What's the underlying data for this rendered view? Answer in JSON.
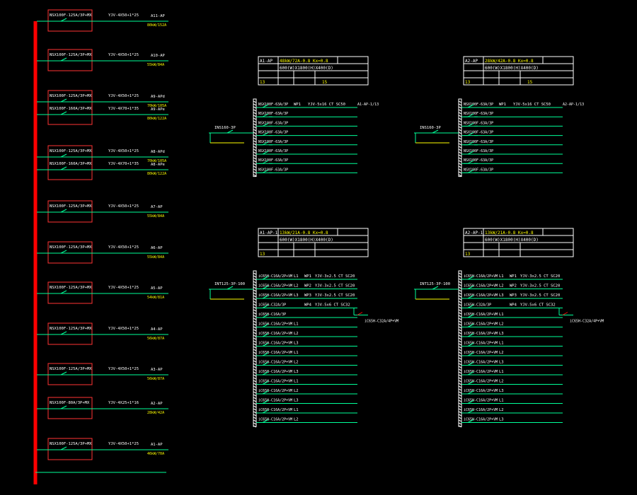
{
  "colors": {
    "background": "#000000",
    "bus": "#ff0000",
    "text": "#ffffff",
    "label": "#ffff00",
    "wire": "#00ff99",
    "note": "#ff44ff",
    "box": "#ff3333",
    "table": "#ffffff"
  },
  "feeders": [
    {
      "header": "",
      "breaker": "NSX100F-125A/3P+MX",
      "cable": "YJV-4X50+1*25",
      "name": "A11-AP",
      "load": "80kW/152A"
    },
    {
      "header": "",
      "breaker": "NSX100F-125A/3P+MX",
      "cable": "YJV-4X50+1*25",
      "name": "A10-AP",
      "load": "55kW/84A"
    },
    {
      "header": "",
      "breaker": "NSX100F-125A/3P+MX",
      "cable": "YJV-4X50+1*25",
      "name": "A9-APd",
      "load": "70kW/105A"
    },
    {
      "header": "",
      "breaker": "NSX100F-160A/3P+MX",
      "cable": "YJV-4X70+1*35",
      "name": "A9-APe",
      "load": "80kW/122A"
    },
    {
      "header": "",
      "breaker": "NSX100F-125A/3P+MX",
      "cable": "YJV-4X50+1*25",
      "name": "A8-APd",
      "load": "70kW/105A"
    },
    {
      "header": "",
      "breaker": "NSX100F-160A/3P+MX",
      "cable": "YJV-4X70+1*35",
      "name": "A8-APe",
      "load": "80kW/122A"
    },
    {
      "header": "",
      "breaker": "NSX100F-125A/3P+MX",
      "cable": "YJV-4X50+1*25",
      "name": "A7-AP",
      "load": "55kW/84A"
    },
    {
      "header": "",
      "breaker": "NSX100F-125A/3P+MX",
      "cable": "YJV-4X50+1*25",
      "name": "A6-AP",
      "load": "55kW/84A"
    },
    {
      "header": "",
      "breaker": "NSX100F-125A/3P+MX",
      "cable": "YJV-4X50+1*25",
      "name": "A5-AP",
      "load": "54kW/81A"
    },
    {
      "header": "",
      "breaker": "NSX100F-125A/3P+MX",
      "cable": "YJV-4X50+1*25",
      "name": "A4-AP",
      "load": "56kW/87A"
    },
    {
      "header": "",
      "breaker": "NSX100F-125A/3P+MX",
      "cable": "YJV-4X50+1*25",
      "name": "A3-AP",
      "load": "56kW/87A"
    },
    {
      "header": "",
      "breaker": "NSX100F-80A/3P+MX",
      "cable": "YJV-4X25+1*16",
      "name": "A2-AP",
      "load": "28kW/42A"
    },
    {
      "header": "",
      "breaker": "NSX100F-125A/3P+MX",
      "cable": "YJV-4X50+1*25",
      "name": "A1-AP",
      "load": "46kW/70A"
    }
  ],
  "bus_note_1": "",
  "bus_note_2": "",
  "panels": [
    {
      "title": "A1-AP",
      "rating": "48kW/72A-0.8 Kx=0.8",
      "size": "600(W)X1800(H)X400(D)",
      "qty": "13",
      "qty2": "15",
      "main_breaker": "INS160-3P",
      "main_label": "",
      "incoming": "",
      "cols": "",
      "rows": [
        {
          "breaker": "NSX100F-63A/3P",
          "code": "WP1",
          "cable": "YJV-5x16 CT SC50",
          "dest": "A1-AP-1/13"
        },
        {
          "breaker": "NSX100F-63A/3P",
          "code": "",
          "cable": "",
          "dest": ""
        },
        {
          "breaker": "NSX100F-63A/3P",
          "code": "",
          "cable": "",
          "dest": ""
        },
        {
          "breaker": "NSX100F-63A/3P",
          "code": "",
          "cable": "",
          "dest": ""
        },
        {
          "breaker": "NSX100F-63A/3P",
          "code": "",
          "cable": "",
          "dest": ""
        },
        {
          "breaker": "NSX100F-63A/3P",
          "code": "",
          "cable": "",
          "dest": ""
        },
        {
          "breaker": "NSX100F-63A/3P",
          "code": "",
          "cable": "",
          "dest": ""
        },
        {
          "breaker": "NSX100F-63A/3P",
          "code": "",
          "cable": "",
          "dest": ""
        }
      ],
      "note": ""
    },
    {
      "title": "A2-AP",
      "rating": "28kW/42A-0.8 Kx=0.8",
      "size": "600(W)X1800(H)X400(D)",
      "qty": "13",
      "qty2": "15",
      "main_breaker": "INS160-3P",
      "main_label": "",
      "incoming": "",
      "cols": "",
      "rows": [
        {
          "breaker": "NSX100F-63A/3P",
          "code": "WP1",
          "cable": "YJV-5x16 CT SC50",
          "dest": "A2-AP-1/13"
        },
        {
          "breaker": "NSX100F-63A/3P",
          "code": "",
          "cable": "",
          "dest": ""
        },
        {
          "breaker": "NSX100F-63A/3P",
          "code": "",
          "cable": "",
          "dest": ""
        },
        {
          "breaker": "NSX100F-63A/3P",
          "code": "",
          "cable": "",
          "dest": ""
        },
        {
          "breaker": "NSX100F-63A/3P",
          "code": "",
          "cable": "",
          "dest": ""
        },
        {
          "breaker": "NSX100F-63A/3P",
          "code": "",
          "cable": "",
          "dest": ""
        },
        {
          "breaker": "NSX100F-63A/3P",
          "code": "",
          "cable": "",
          "dest": ""
        },
        {
          "breaker": "NSX100F-63A/3P",
          "code": "",
          "cable": "",
          "dest": ""
        }
      ],
      "note": ""
    },
    {
      "title": "A1-AP-1",
      "rating": "13kW/21A-0.8 Kx=0.8",
      "size": "600(W)X1800(H)X400(D)",
      "qty": "13",
      "main_breaker": "INT125-3P-100",
      "main_label": "",
      "incoming": "",
      "cols": "",
      "rows": [
        {
          "breaker": "iC65H-C16A/2P+VM",
          "phase": "L1",
          "code": "WP1",
          "cable": "YJV-3x2.5 CT SC20",
          "dest": ""
        },
        {
          "breaker": "iC65H-C16A/2P+VM",
          "phase": "L2",
          "code": "WP2",
          "cable": "YJV-3x2.5 CT SC20",
          "dest": ""
        },
        {
          "breaker": "iC65H-C16A/2P+VM",
          "phase": "L3",
          "code": "WP3",
          "cable": "YJV-3x2.5 CT SC20",
          "dest": ""
        },
        {
          "breaker": "iC65H-C32A/3P",
          "phase": "",
          "code": "WP4",
          "cable": "YJV-5x6 CT SC32",
          "dest": ""
        },
        {
          "breaker": "iC65H-C16A/3P",
          "phase": "",
          "code": "",
          "cable": "",
          "dest": ""
        },
        {
          "breaker": "iC65H-C16A/2P+VM",
          "phase": "L1",
          "code": "",
          "cable": "",
          "dest": ""
        },
        {
          "breaker": "iC65H-C16A/2P+VM",
          "phase": "L2",
          "code": "",
          "cable": "",
          "dest": ""
        },
        {
          "breaker": "iC65H-C16A/2P+VM",
          "phase": "L3",
          "code": "",
          "cable": "",
          "dest": ""
        },
        {
          "breaker": "iC65H-C16A/2P+VM",
          "phase": "L1",
          "code": "",
          "cable": "",
          "dest": ""
        },
        {
          "breaker": "iC65H-C16A/2P+VM",
          "phase": "L2",
          "code": "",
          "cable": "",
          "dest": ""
        },
        {
          "breaker": "iC65H-C16A/2P+VM",
          "phase": "L3",
          "code": "",
          "cable": "",
          "dest": ""
        },
        {
          "breaker": "iC65H-C16A/2P+VM",
          "phase": "L1",
          "code": "",
          "cable": "",
          "dest": ""
        },
        {
          "breaker": "iC65H-C16A/2P+VM",
          "phase": "L2",
          "code": "",
          "cable": "",
          "dest": ""
        },
        {
          "breaker": "iC65H-C16A/2P+VM",
          "phase": "L3",
          "code": "",
          "cable": "",
          "dest": ""
        },
        {
          "breaker": "iC65H-C16A/2P+VM",
          "phase": "L1",
          "code": "",
          "cable": "",
          "dest": ""
        },
        {
          "breaker": "iC65H-C16A/2P+VM",
          "phase": "L2",
          "code": "",
          "cable": "",
          "dest": ""
        }
      ],
      "sub_breaker": "iC65H-C32A/4P+VM",
      "sub_label": ""
    },
    {
      "title": "A2-AP-1",
      "rating": "13kW/21A-0.8 Kx=0.8",
      "size": "600(W)X1800(H)X400(D)",
      "qty": "13",
      "main_breaker": "INT125-3P-100",
      "main_label": "",
      "incoming": "",
      "cols": "",
      "rows": [
        {
          "breaker": "iC65H-C16A/2P+VM",
          "phase": "L1",
          "code": "WP1",
          "cable": "YJV-3x2.5 CT SC20",
          "dest": ""
        },
        {
          "breaker": "iC65H-C16A/2P+VM",
          "phase": "L2",
          "code": "WP2",
          "cable": "YJV-3x2.5 CT SC20",
          "dest": ""
        },
        {
          "breaker": "iC65H-C16A/2P+VM",
          "phase": "L3",
          "code": "WP3",
          "cable": "YJV-3x2.5 CT SC20",
          "dest": ""
        },
        {
          "breaker": "iC65H-C32A/3P",
          "phase": "",
          "code": "WP4",
          "cable": "YJV-5x6 CT SC32",
          "dest": ""
        },
        {
          "breaker": "iC65H-C16A/2P+VM",
          "phase": "L1",
          "code": "",
          "cable": "",
          "dest": ""
        },
        {
          "breaker": "iC65H-C16A/2P+VM",
          "phase": "L2",
          "code": "",
          "cable": "",
          "dest": ""
        },
        {
          "breaker": "iC65H-C16A/2P+VM",
          "phase": "L3",
          "code": "",
          "cable": "",
          "dest": ""
        },
        {
          "breaker": "iC65H-C16A/2P+VM",
          "phase": "L1",
          "code": "",
          "cable": "",
          "dest": ""
        },
        {
          "breaker": "iC65H-C16A/2P+VM",
          "phase": "L2",
          "code": "",
          "cable": "",
          "dest": ""
        },
        {
          "breaker": "iC65H-C16A/2P+VM",
          "phase": "L3",
          "code": "",
          "cable": "",
          "dest": ""
        },
        {
          "breaker": "iC65H-C16A/2P+VM",
          "phase": "L1",
          "code": "",
          "cable": "",
          "dest": ""
        },
        {
          "breaker": "iC65H-C16A/2P+VM",
          "phase": "L2",
          "code": "",
          "cable": "",
          "dest": ""
        },
        {
          "breaker": "iC65H-C16A/2P+VM",
          "phase": "L3",
          "code": "",
          "cable": "",
          "dest": ""
        },
        {
          "breaker": "iC65H-C16A/2P+VM",
          "phase": "L1",
          "code": "",
          "cable": "",
          "dest": ""
        },
        {
          "breaker": "iC65H-C16A/2P+VM",
          "phase": "L2",
          "code": "",
          "cable": "",
          "dest": ""
        },
        {
          "breaker": "iC65H-C16A/2P+VM",
          "phase": "L3",
          "code": "",
          "cable": "",
          "dest": ""
        }
      ],
      "sub_breaker": "iC65H-C32A/4P+VM",
      "sub_label": ""
    }
  ]
}
